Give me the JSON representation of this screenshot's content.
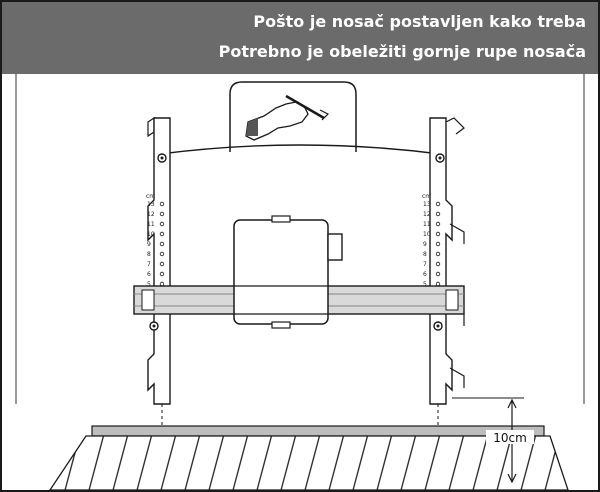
{
  "header": {
    "line1": "Pošto je nosač postavljen kako treba",
    "line2": "Potrebno je obeležiti gornje rupe nosača"
  },
  "diagram": {
    "gap_label": "10cm",
    "scale_unit": "cm",
    "scale_numbers": [
      "13",
      "12",
      "11",
      "10",
      "9",
      "8",
      "7",
      "6",
      "5"
    ],
    "icons": [
      "hand-with-pencil-icon"
    ]
  },
  "colors": {
    "banner": "#6b6b6b",
    "banner_text": "#ffffff",
    "line": "#1a1a1a",
    "bar_fill": "#d9d9d9",
    "floor_fill": "#bdbdbd"
  }
}
